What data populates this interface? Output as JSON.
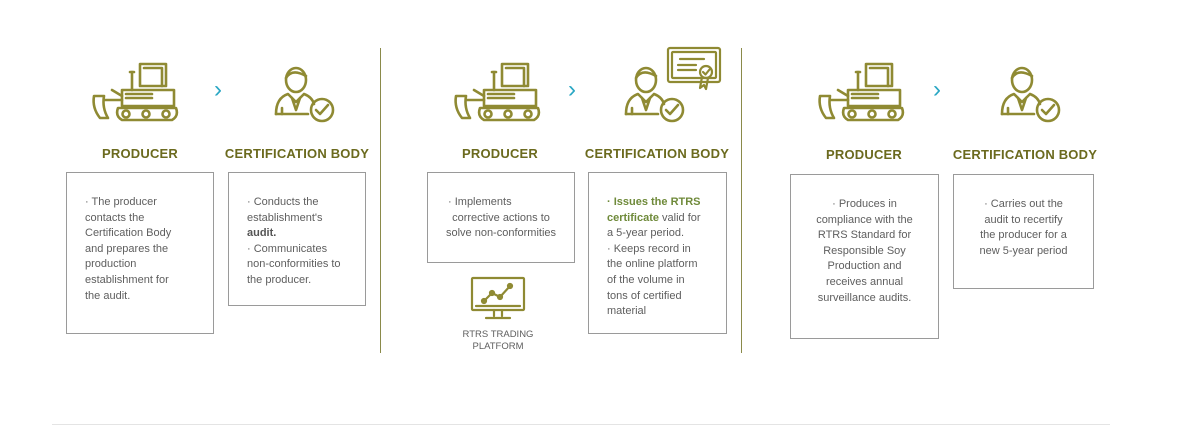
{
  "colors": {
    "icon_olive": "#8f8a33",
    "heading_olive": "#6b6a1e",
    "arrow_blue": "#2aa7c4",
    "highlight_green": "#6f8a3a",
    "box_border": "#9a9a9a"
  },
  "icons": {
    "producer": "tractor-icon",
    "certification_body": "person-check-icon",
    "certificate": "certificate-icon",
    "arrow": "chevron-right-icon",
    "platform": "monitor-chart-icon"
  },
  "arrow_glyph": "›",
  "stages": [
    {
      "producer": {
        "title": "PRODUCER",
        "lines": [
          "· The producer",
          "contacts the",
          "Certification Body",
          "and prepares the",
          "production",
          "establishment for",
          "the audit."
        ]
      },
      "cert_body": {
        "title": "CERTIFICATION BODY",
        "line1": "· Conducts the",
        "line2": "establishment's",
        "line3_bold": "audit.",
        "line4": "· Communicates",
        "line5": "non-conformities to",
        "line6": "the producer."
      }
    },
    {
      "producer": {
        "title": "PRODUCER",
        "lines": [
          "· Implements",
          "corrective actions to",
          "solve non-conformities"
        ]
      },
      "platform_label_line1": "RTRS TRADING",
      "platform_label_line2": "PLATFORM",
      "cert_body": {
        "title": "CERTIFICATION BODY",
        "line1_bold": "· Issues the RTRS",
        "line2_bold": "certificate",
        "line2_rest": " valid for",
        "line3": "a 5-year period.",
        "line4": "· Keeps record in",
        "line5": "the online platform",
        "line6": "of the volume in",
        "line7": "tons of certified",
        "line8": "material"
      }
    },
    {
      "producer": {
        "title": "PRODUCER",
        "lines": [
          "· Produces in",
          "compliance with the",
          "RTRS Standard for",
          "Responsible Soy",
          "Production and",
          "receives annual",
          "surveillance audits."
        ]
      },
      "cert_body": {
        "title": "CERTIFICATION BODY",
        "lines": [
          "· Carries out the",
          "audit to recertify",
          "the producer for a",
          "new 5-year period"
        ]
      }
    }
  ]
}
